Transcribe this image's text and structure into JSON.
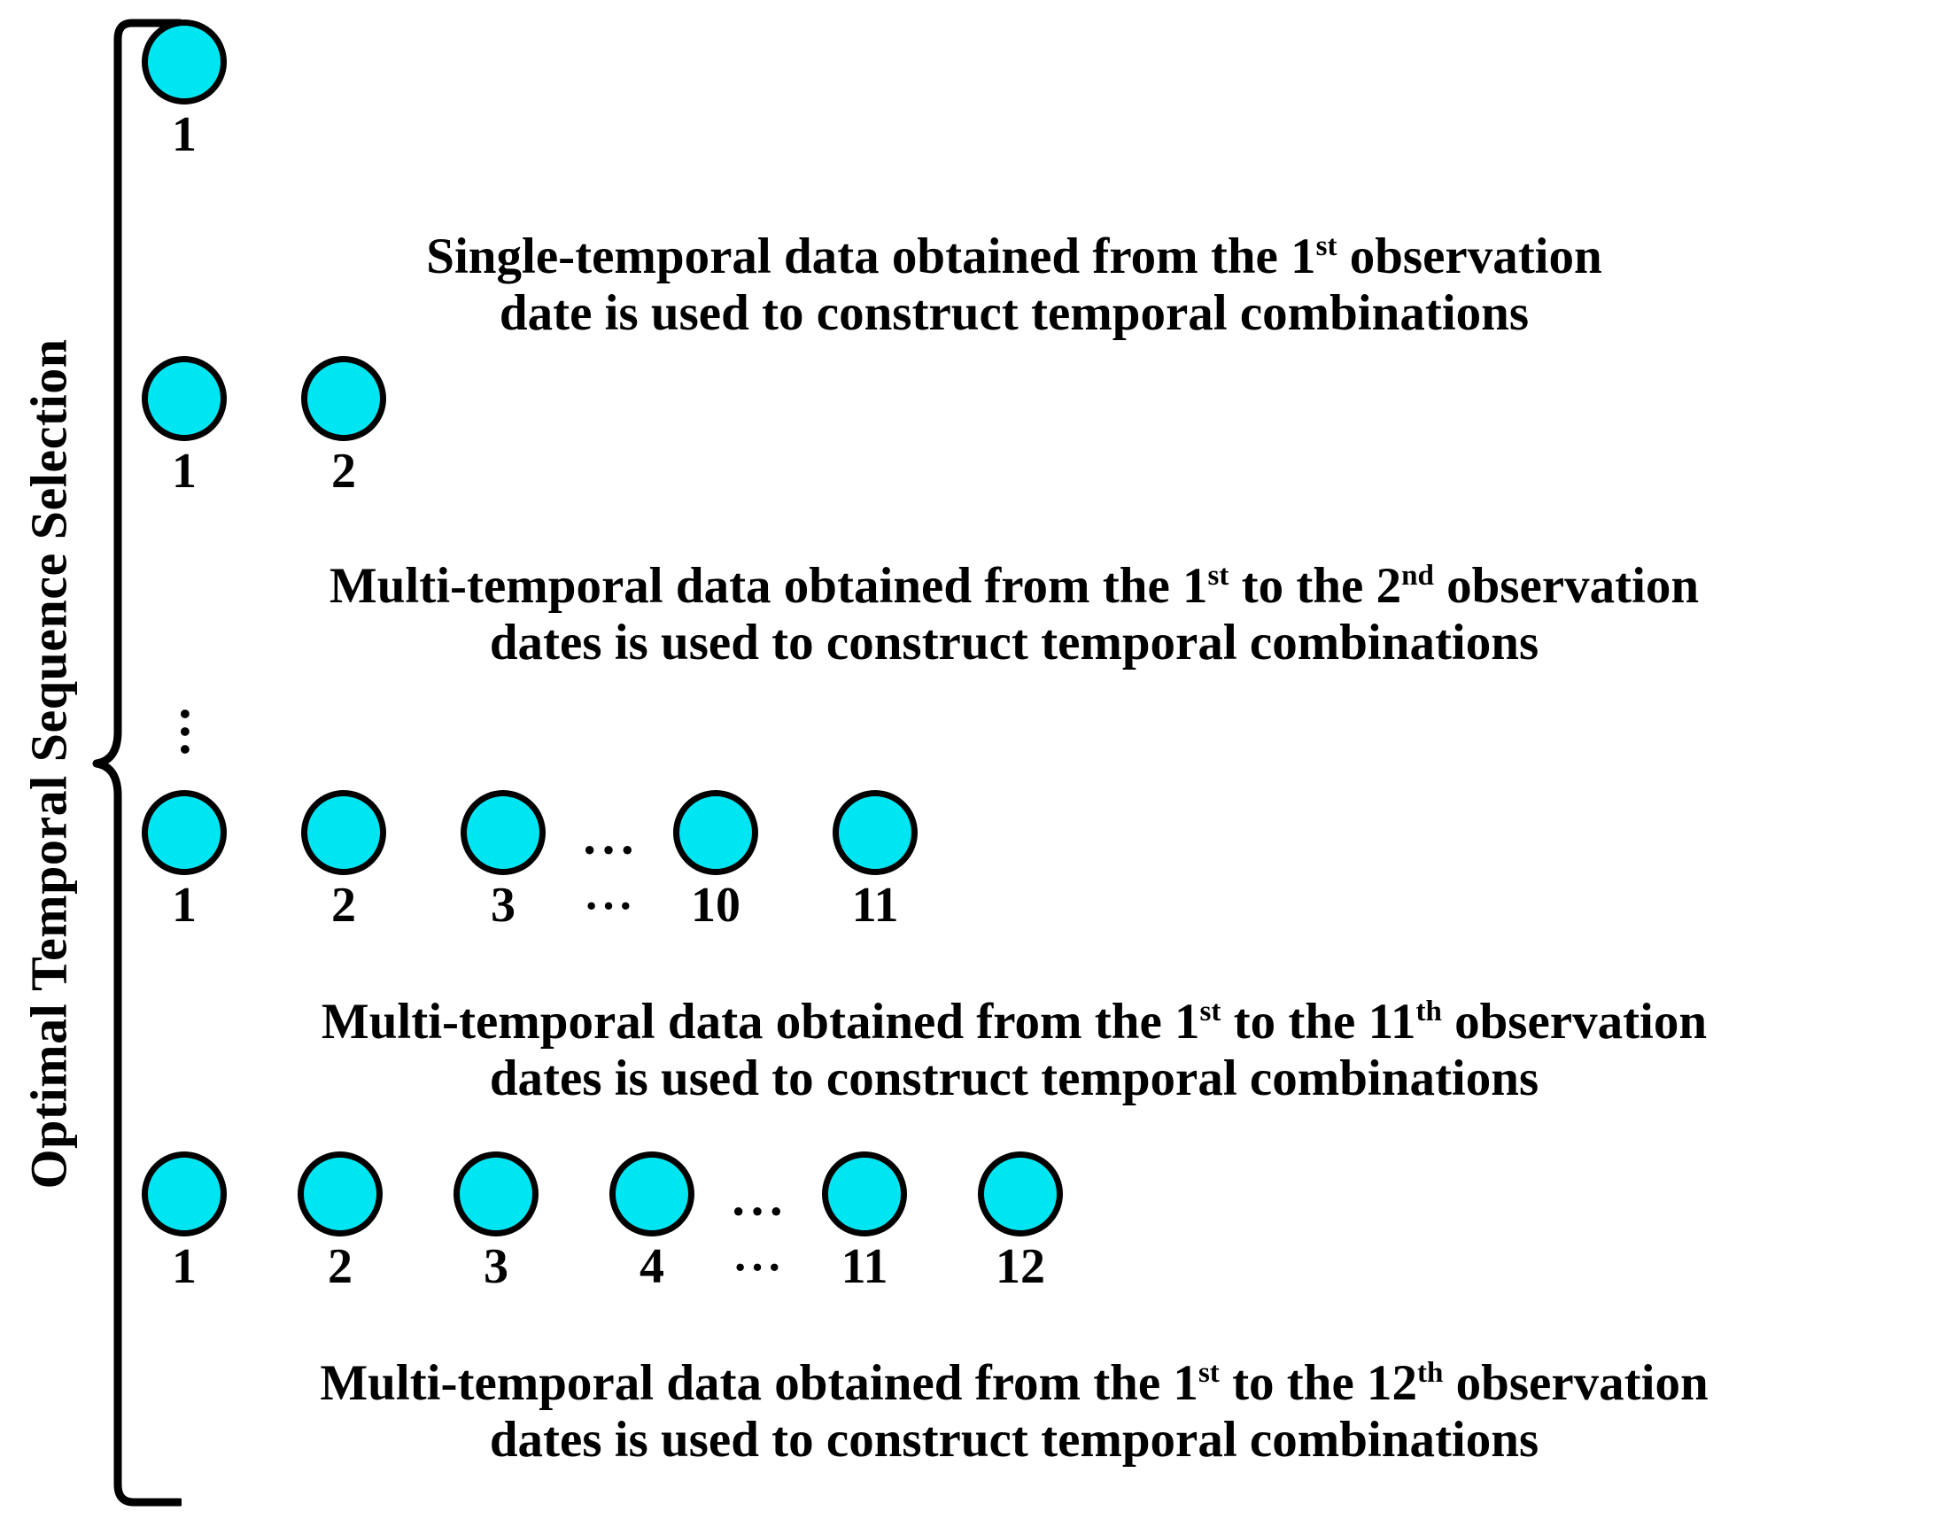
{
  "diagram": {
    "vertical_label": "Optimal Temporal Sequence Selection",
    "accent_color": "#00E5F2",
    "outline_color": "#000000",
    "background_color": "#FFFFFF",
    "ellipsis_horizontal": "···",
    "ellipsis_vertical": "···",
    "rows": [
      {
        "id": "row-1",
        "circles": [
          "1"
        ],
        "has_gap": false,
        "caption_line1_pre": "Single-temporal data obtained from the 1",
        "caption_line1_sup1": "st",
        "caption_line1_mid": " observation",
        "caption_line1_sup2": "",
        "caption_line1_post": "",
        "caption_line2": "date is used to construct temporal combinations"
      },
      {
        "id": "row-2",
        "circles": [
          "1",
          "2"
        ],
        "has_gap": false,
        "caption_line1_pre": "Multi-temporal data obtained from the 1",
        "caption_line1_sup1": "st",
        "caption_line1_mid": " to the 2",
        "caption_line1_sup2": "nd",
        "caption_line1_post": " observation",
        "caption_line2": "dates is used to construct temporal combinations"
      },
      {
        "id": "row-3",
        "circles_before_gap": [
          "1",
          "2",
          "3"
        ],
        "circles_after_gap": [
          "10",
          "11"
        ],
        "has_gap": true,
        "caption_line1_pre": "Multi-temporal data obtained from the 1",
        "caption_line1_sup1": "st",
        "caption_line1_mid": " to the 11",
        "caption_line1_sup2": "th",
        "caption_line1_post": " observation",
        "caption_line2": "dates is used to construct temporal combinations"
      },
      {
        "id": "row-4",
        "circles_before_gap": [
          "1",
          "2",
          "3",
          "4"
        ],
        "circles_after_gap": [
          "11",
          "12"
        ],
        "has_gap": true,
        "caption_line1_pre": "Multi-temporal data obtained from the 1",
        "caption_line1_sup1": "st",
        "caption_line1_mid": " to the 12",
        "caption_line1_sup2": "th",
        "caption_line1_post": " observation",
        "caption_line2": "dates is used to construct temporal combinations"
      }
    ]
  }
}
